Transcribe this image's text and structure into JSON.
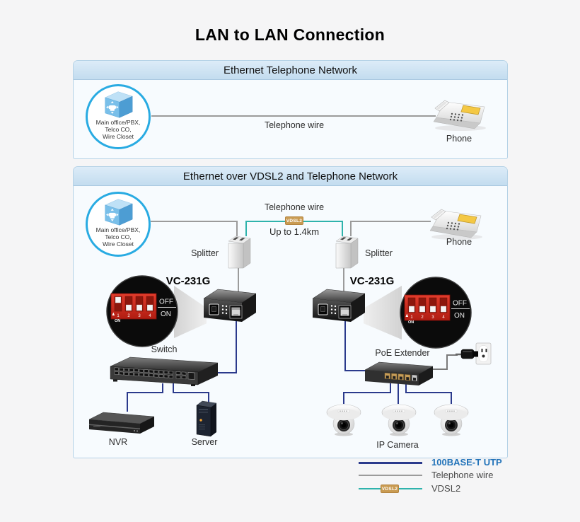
{
  "title": "LAN to LAN Connection",
  "pbx": {
    "lines": [
      "Main office/PBX,",
      "Telco CO,",
      "Wire Closet"
    ]
  },
  "panel1": {
    "header": "Ethernet Telephone Network",
    "wire_label": "Telephone wire",
    "phone_label": "Phone"
  },
  "panel2": {
    "header": "Ethernet over VDSL2 and Telephone Network",
    "wire_label": "Telephone wire",
    "vdsl_badge": "VDSL2",
    "distance_label": "Up to 1.4km",
    "splitter_left": "Splitter",
    "splitter_right": "Splitter",
    "phone_label": "Phone",
    "vc_left": "VC-231G",
    "vc_right": "VC-231G",
    "switch_label": "Switch",
    "nvr_label": "NVR",
    "server_label": "Server",
    "poe_label": "PoE Extender",
    "camera_label": "IP Camera"
  },
  "dip": {
    "off": "OFF",
    "on": "ON",
    "corner": "ON",
    "numbers": [
      "1",
      "2",
      "3",
      "4"
    ]
  },
  "legend": {
    "items": [
      {
        "label": "100BASE-T UTP"
      },
      {
        "label": "Telephone wire"
      },
      {
        "label": "VDSL2",
        "badge": "VDSL2"
      }
    ]
  },
  "colors": {
    "utp_wire": "#2b3a8c",
    "telephone_wire": "#9b9b9b",
    "vdsl_wire": "#2fb3ac",
    "vdsl_badge_bg": "#c99b52",
    "legend_utp_text": "#2273b9"
  }
}
